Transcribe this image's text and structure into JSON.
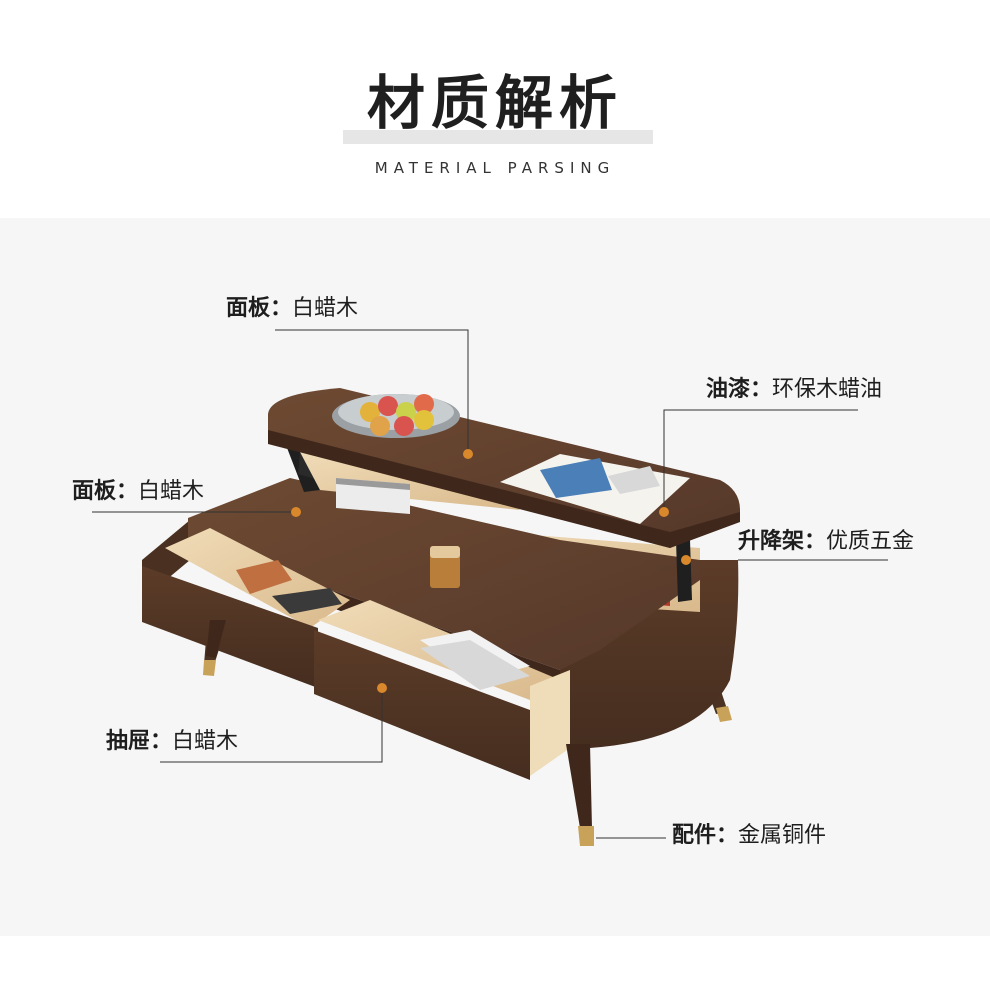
{
  "header": {
    "title": "材质解析",
    "subtitle": "MATERIAL PARSING"
  },
  "callouts": {
    "top_panel": {
      "name": "面板：",
      "value": "白蜡木"
    },
    "oil_paint": {
      "name": "油漆：",
      "value": "环保木蜡油"
    },
    "left_panel": {
      "name": "面板：",
      "value": "白蜡木"
    },
    "lift_frame": {
      "name": "升降架：",
      "value": "优质五金"
    },
    "drawer": {
      "name": "抽屉：",
      "value": "白蜡木"
    },
    "fittings": {
      "name": "配件：",
      "value": "金属铜件"
    }
  },
  "colors": {
    "wood_dark": "#5a3a26",
    "wood_mid": "#7a5236",
    "wood_light": "#e8cfa8",
    "accent_dot": "#d9882c",
    "brass": "#c9a25a",
    "stage_bg": "#f6f6f6"
  }
}
